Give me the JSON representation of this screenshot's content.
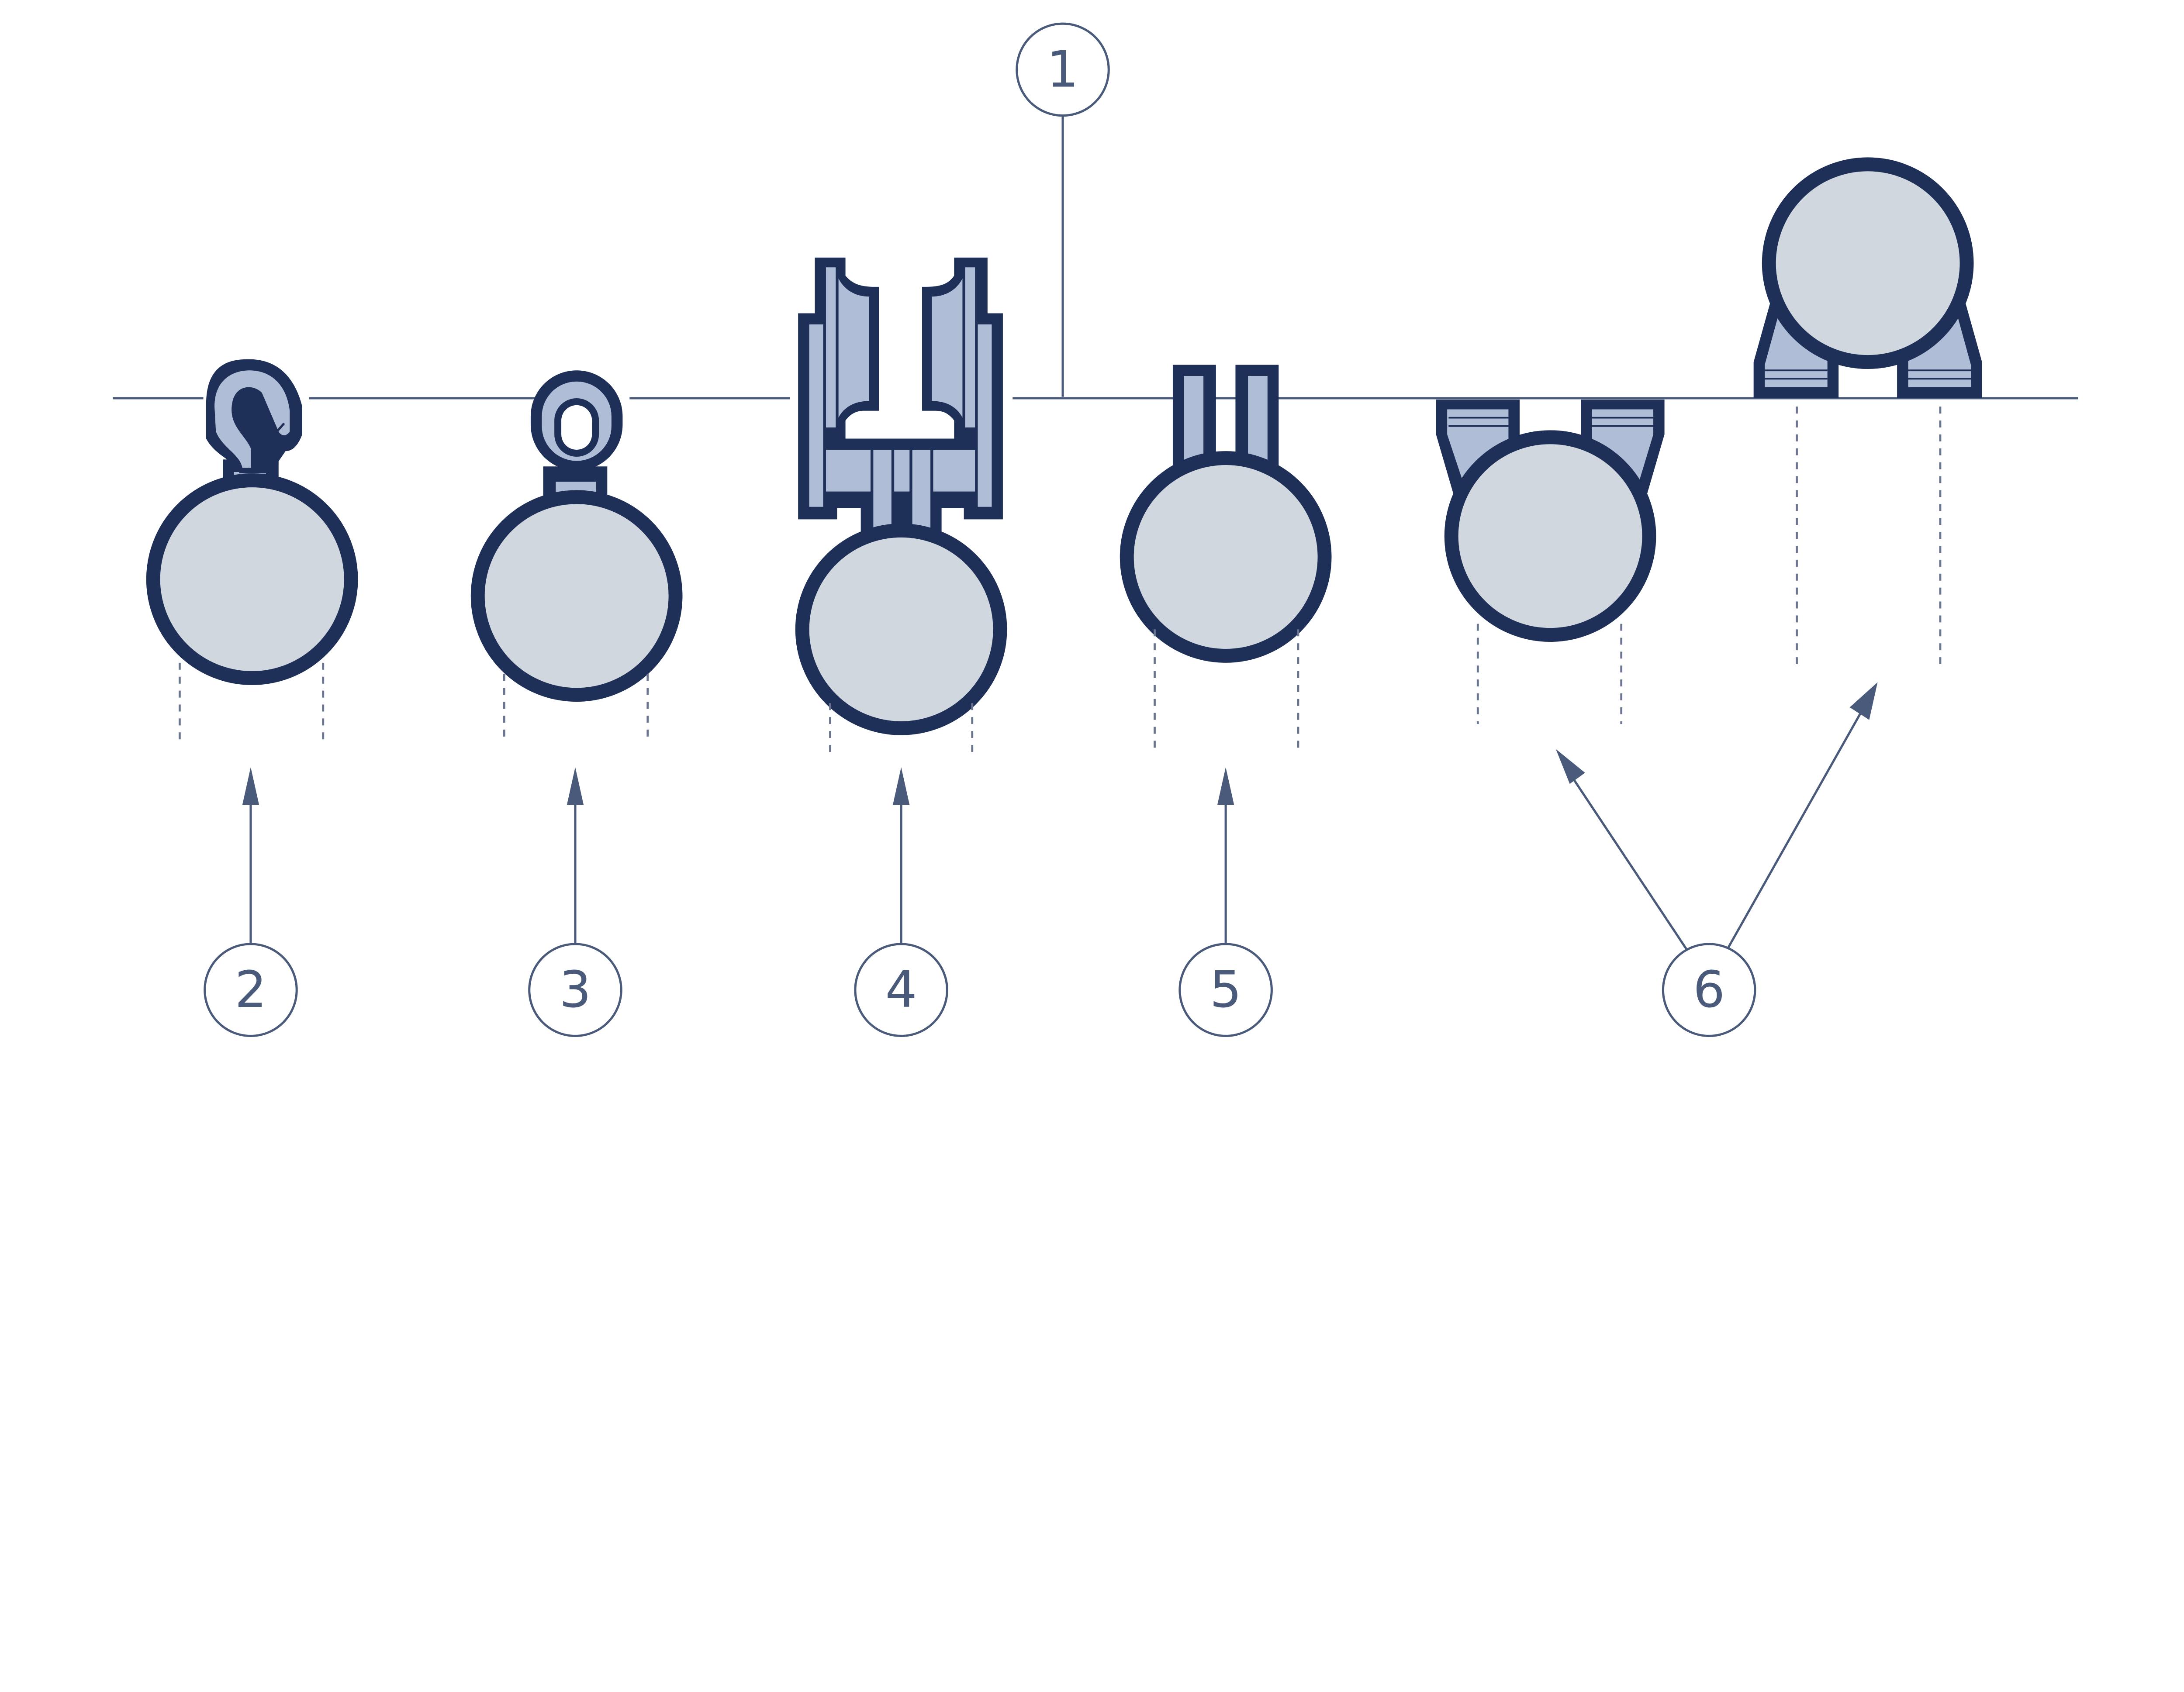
{
  "colors": {
    "outline": "#1e3058",
    "part_fill": "#afbdd7",
    "pipe_fill": "#d1d7df",
    "callout": "#4a5a7a"
  },
  "callouts": [
    {
      "label": "1"
    },
    {
      "label": "2"
    },
    {
      "label": "3"
    },
    {
      "label": "4"
    },
    {
      "label": "5"
    },
    {
      "label": "6"
    }
  ]
}
